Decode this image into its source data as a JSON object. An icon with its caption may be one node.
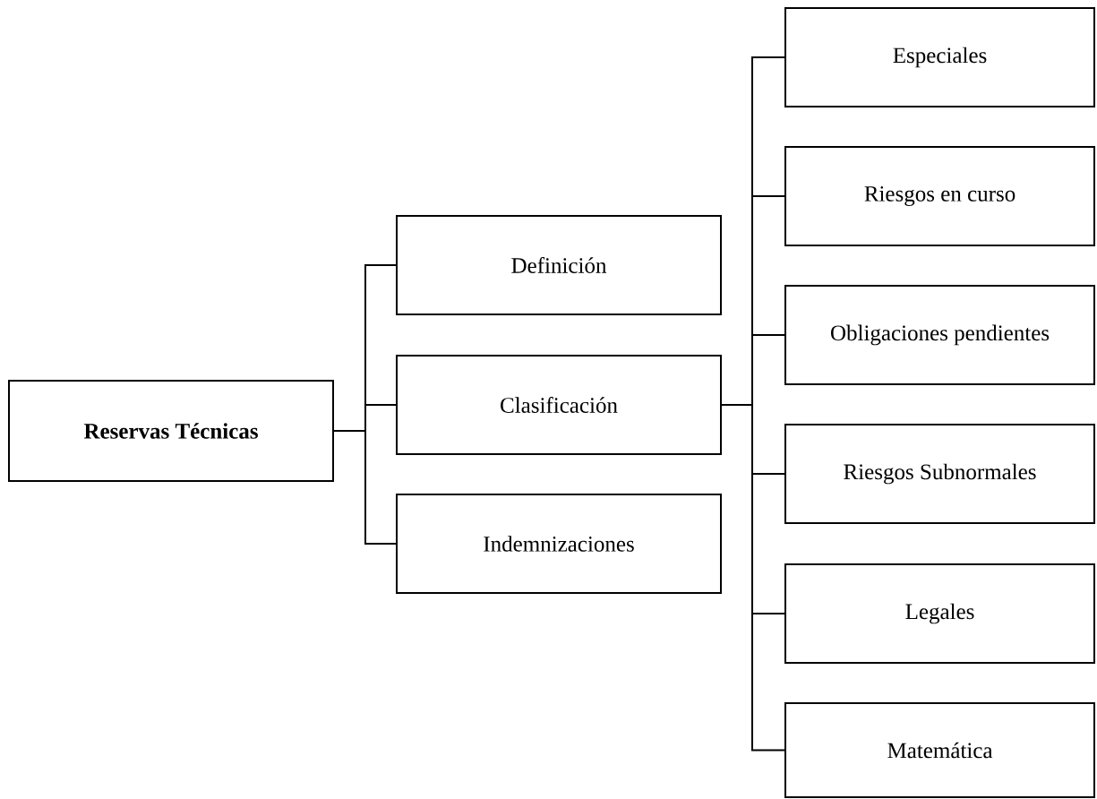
{
  "diagram": {
    "nodes": [
      {
        "text": [
          "Reservas Técnicas"
        ]
      },
      {
        "text": [
          "Definición"
        ]
      },
      {
        "text": [
          "Clasificación"
        ]
      },
      {
        "text": [
          "Indemnizaciones"
        ]
      },
      {
        "text": [
          "Especiales"
        ]
      },
      {
        "text": [
          "Riesgos en curso"
        ]
      },
      {
        "text": [
          "Obligaciones pendientes"
        ]
      },
      {
        "text": [
          "Riesgos Subnormales"
        ]
      },
      {
        "text": [
          "Legales"
        ]
      },
      {
        "text": [
          "Matemática"
        ]
      }
    ],
    "edges": [
      {
        "from": 0,
        "to": 1,
        "arrow": "none"
      },
      {
        "from": 0,
        "to": 2,
        "arrow": "none"
      },
      {
        "from": 0,
        "to": 3,
        "arrow": "none"
      },
      {
        "from": 2,
        "to": 4,
        "arrow": "none"
      },
      {
        "from": 2,
        "to": 5,
        "arrow": "none"
      },
      {
        "from": 2,
        "to": 6,
        "arrow": "none"
      },
      {
        "from": 2,
        "to": 7,
        "arrow": "none"
      },
      {
        "from": 2,
        "to": 8,
        "arrow": "none"
      },
      {
        "from": 2,
        "to": 9,
        "arrow": "none"
      }
    ]
  }
}
